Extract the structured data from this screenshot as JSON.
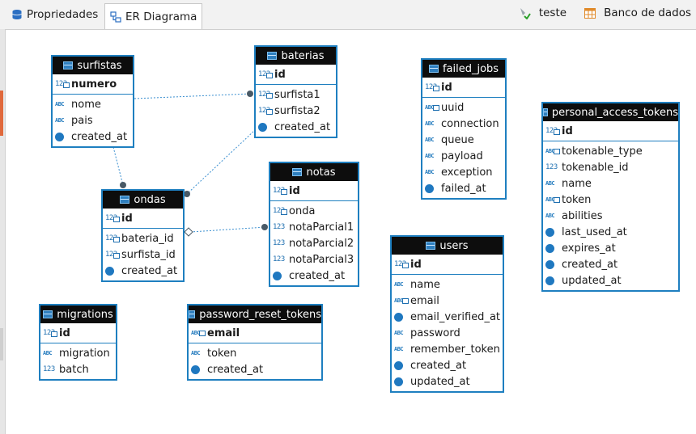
{
  "tabs": [
    {
      "label": "Propriedades",
      "icon": "database-icon"
    },
    {
      "label": "ER Diagrama",
      "icon": "er-diagram-icon"
    }
  ],
  "actions": [
    {
      "label": "teste",
      "icon": "connection-icon"
    },
    {
      "label": "Banco de dados",
      "icon": "table-grid-icon"
    }
  ],
  "entities": {
    "surfistas": {
      "name": "surfistas",
      "pk": {
        "icon": "num-key",
        "label": "numero"
      },
      "columns": [
        {
          "icon": "abc",
          "label": "nome"
        },
        {
          "icon": "abc",
          "label": "pais"
        },
        {
          "icon": "clock",
          "label": "created_at"
        }
      ]
    },
    "baterias": {
      "name": "baterias",
      "pk": {
        "icon": "num-key",
        "label": "id"
      },
      "columns": [
        {
          "icon": "num-key",
          "label": "surfista1"
        },
        {
          "icon": "num-key",
          "label": "surfista2"
        },
        {
          "icon": "clock",
          "label": "created_at"
        }
      ]
    },
    "ondas": {
      "name": "ondas",
      "pk": {
        "icon": "num-key",
        "label": "id"
      },
      "columns": [
        {
          "icon": "num-key",
          "label": "bateria_id"
        },
        {
          "icon": "num-key",
          "label": "surfista_id"
        },
        {
          "icon": "clock",
          "label": "created_at"
        }
      ]
    },
    "notas": {
      "name": "notas",
      "pk": {
        "icon": "num-key",
        "label": "id"
      },
      "columns": [
        {
          "icon": "num-key",
          "label": "onda"
        },
        {
          "icon": "num",
          "label": "notaParcial1"
        },
        {
          "icon": "num",
          "label": "notaParcial2"
        },
        {
          "icon": "num",
          "label": "notaParcial3"
        },
        {
          "icon": "clock",
          "label": "created_at"
        }
      ]
    },
    "failed_jobs": {
      "name": "failed_jobs",
      "pk": {
        "icon": "num-key",
        "label": "id"
      },
      "columns": [
        {
          "icon": "abc-key",
          "label": "uuid"
        },
        {
          "icon": "abc",
          "label": "connection"
        },
        {
          "icon": "abc",
          "label": "queue"
        },
        {
          "icon": "abc",
          "label": "payload"
        },
        {
          "icon": "abc",
          "label": "exception"
        },
        {
          "icon": "clock",
          "label": "failed_at"
        }
      ]
    },
    "personal_access_tokens": {
      "name": "personal_access_tokens",
      "pk": {
        "icon": "num-key",
        "label": "id"
      },
      "columns": [
        {
          "icon": "abc-key",
          "label": "tokenable_type"
        },
        {
          "icon": "num",
          "label": "tokenable_id"
        },
        {
          "icon": "abc",
          "label": "name"
        },
        {
          "icon": "abc-key",
          "label": "token"
        },
        {
          "icon": "abc",
          "label": "abilities"
        },
        {
          "icon": "clock",
          "label": "last_used_at"
        },
        {
          "icon": "clock",
          "label": "expires_at"
        },
        {
          "icon": "clock",
          "label": "created_at"
        },
        {
          "icon": "clock",
          "label": "updated_at"
        }
      ]
    },
    "users": {
      "name": "users",
      "pk": {
        "icon": "num-key",
        "label": "id"
      },
      "columns": [
        {
          "icon": "abc",
          "label": "name"
        },
        {
          "icon": "abc-key",
          "label": "email"
        },
        {
          "icon": "clock",
          "label": "email_verified_at"
        },
        {
          "icon": "abc",
          "label": "password"
        },
        {
          "icon": "abc",
          "label": "remember_token"
        },
        {
          "icon": "clock",
          "label": "created_at"
        },
        {
          "icon": "clock",
          "label": "updated_at"
        }
      ]
    },
    "migrations": {
      "name": "migrations",
      "pk": {
        "icon": "num-key",
        "label": "id"
      },
      "columns": [
        {
          "icon": "abc",
          "label": "migration"
        },
        {
          "icon": "num",
          "label": "batch"
        }
      ]
    },
    "password_reset_tokens": {
      "name": "password_reset_tokens",
      "pk": {
        "icon": "abc-key",
        "label": "email"
      },
      "columns": [
        {
          "icon": "abc",
          "label": "token"
        },
        {
          "icon": "clock",
          "label": "created_at"
        }
      ]
    }
  },
  "colors": {
    "entity_border": "#1e7fc0",
    "entity_header": "#0d0d0d",
    "relation_line": "#3a8fd0"
  }
}
